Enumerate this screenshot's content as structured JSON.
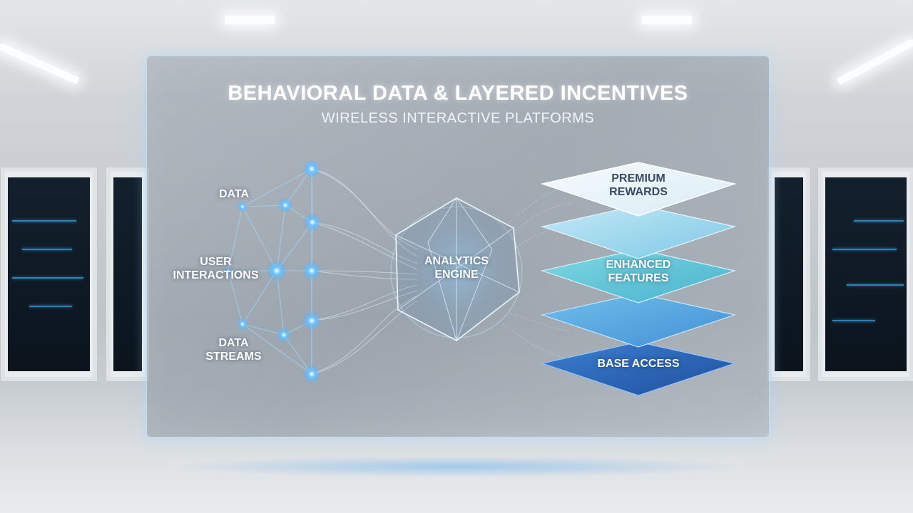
{
  "header": {
    "title": "BEHAVIORAL DATA & LAYERED INCENTIVES",
    "subtitle": "WIRELESS INTERACTIVE PLATFORMS"
  },
  "inputs": {
    "data": "DATA",
    "user_interactions": "USER\nINTERACTIONS",
    "data_streams": "DATA\nSTREAMS"
  },
  "engine": {
    "label": "ANALYTICS\nENGINE"
  },
  "tiers": {
    "premium": "PREMIUM\nREWARDS",
    "enhanced": "ENHANCED\nFEATURES",
    "base": "BASE ACCESS"
  },
  "colors": {
    "glow": "#7cc7ff",
    "node": "#4fb0ff",
    "tier_top": "#eef6fb",
    "tier_2": "#a8dcf2",
    "tier_3": "#5fc4d8",
    "tier_4": "#4ea3e2",
    "tier_base": "#2a62b8"
  }
}
